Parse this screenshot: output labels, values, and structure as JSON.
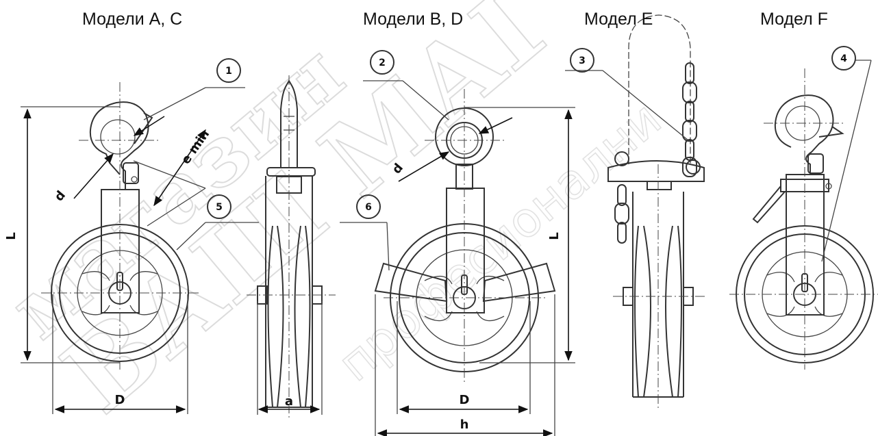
{
  "headings": {
    "model_ac": "Модели A, C",
    "model_bd": "Модели B, D",
    "model_e": "Модел E",
    "model_f": "Модел F"
  },
  "callouts": [
    "1",
    "2",
    "3",
    "4",
    "5",
    "6"
  ],
  "dimensions": {
    "L_left": "L",
    "d_left": "d",
    "e_min": "e min",
    "D_left": "D",
    "a": "a",
    "d_mid": "d",
    "L_mid": "L",
    "D_mid": "D",
    "h": "h"
  },
  "watermark": {
    "line1": "магазин",
    "line2": "ВАШ МАГ",
    "line3": "професионални"
  }
}
